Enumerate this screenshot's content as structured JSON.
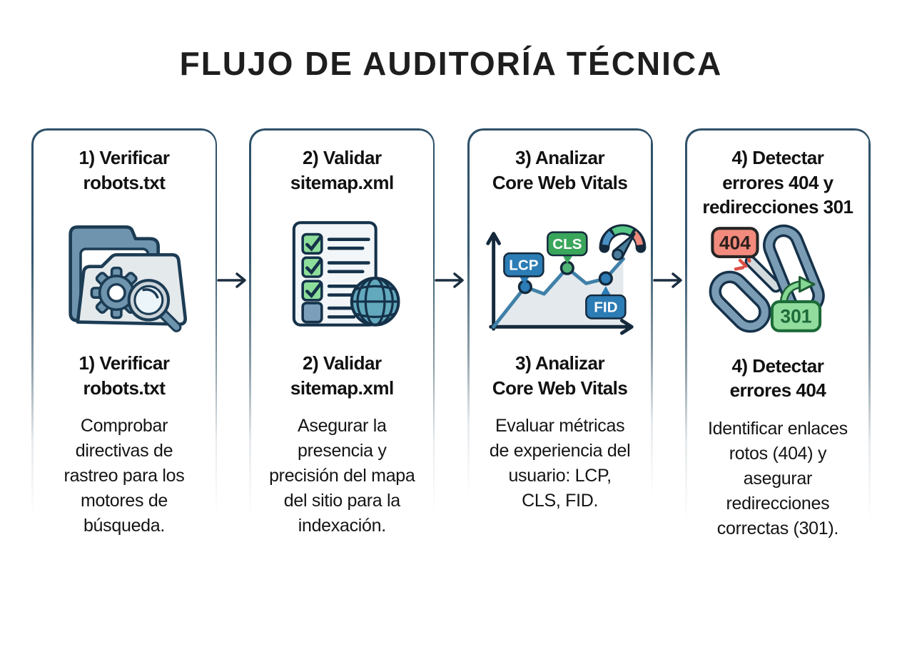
{
  "title": "FLUJO DE AUDITORÍA TÉCNICA",
  "steps": [
    {
      "title_top": "1) Verificar\nrobots.txt",
      "title_bottom": "1) Verificar\nrobots.txt",
      "description": "Comprobar\ndirectivas de\nrastreo para los\nmotores de\nbúsqueda.",
      "icon": "folder-gear-magnifier"
    },
    {
      "title_top": "2) Validar\nsitemap.xml",
      "title_bottom": "2) Validar\nsitemap.xml",
      "description": "Asegurar la\npresencia y\nprecisión del mapa\ndel sitio para la\nindexación.",
      "icon": "sitemap-checklist-globe"
    },
    {
      "title_top": "3) Analizar\nCore Web Vitals",
      "title_bottom": "3) Analizar\nCore Web Vitals",
      "description": "Evaluar métricas\nde experiencia del\nusuario: LCP,\nCLS, FID.",
      "icon": "core-web-vitals-chart"
    },
    {
      "title_top": "4) Detectar\nerrores 404 y\nredirecciones 301",
      "title_bottom": "4) Detectar\nerrores 404",
      "description": "Identificar enlaces\nrotos (404) y\nasegurar\nredirecciones\ncorrectas (301).",
      "icon": "broken-link-redirect"
    }
  ],
  "icon_labels": {
    "lcp": "LCP",
    "cls": "CLS",
    "fid": "FID",
    "error_404": "404",
    "redirect_301": "301"
  },
  "colors": {
    "border_navy": "#2e5068",
    "outline_navy": "#1c3c54",
    "steel_blue": "#7397b0",
    "badge_blue": "#2c7cb5",
    "badge_green": "#3aa65c",
    "gauge_blue": "#4a90c4",
    "gauge_green": "#57c785",
    "gauge_red": "#ef8a7c",
    "error_red_fill": "#f28b7d",
    "redirect_green_fill": "#92dc9e"
  }
}
